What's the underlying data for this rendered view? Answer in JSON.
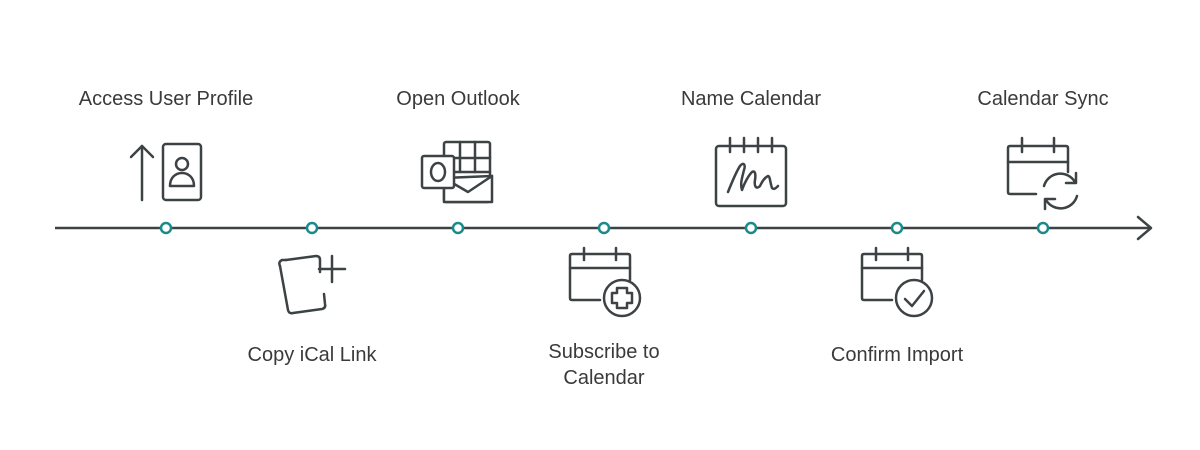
{
  "steps": [
    {
      "label": "Access User Profile",
      "icon": "profile-upload-icon"
    },
    {
      "label": "Copy iCal Link",
      "icon": "copy-add-icon"
    },
    {
      "label": "Open Outlook",
      "icon": "outlook-icon"
    },
    {
      "label": "Subscribe to Calendar",
      "icon": "calendar-plus-icon"
    },
    {
      "label": "Name Calendar",
      "icon": "calendar-signature-icon"
    },
    {
      "label": "Confirm Import",
      "icon": "calendar-check-icon"
    },
    {
      "label": "Calendar Sync",
      "icon": "calendar-sync-icon"
    }
  ],
  "colors": {
    "line": "#3d4345",
    "node": "#1b8a8a",
    "icon": "#3d4345",
    "text": "#3a3a3a"
  }
}
